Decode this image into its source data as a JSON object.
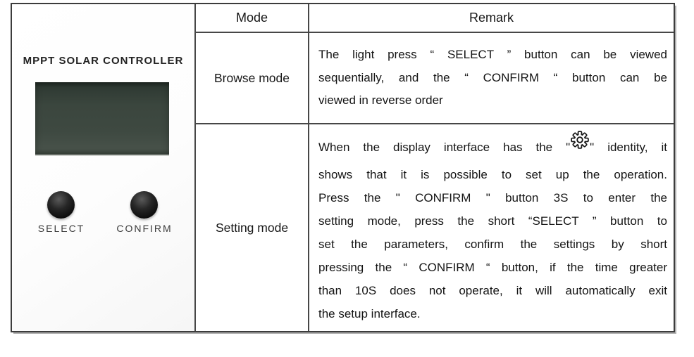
{
  "device_panel": {
    "title": "MPPT SOLAR CONTROLLER",
    "screen_color": "#3b463e",
    "buttons": [
      {
        "label": "SELECT"
      },
      {
        "label": "CONFIRM"
      }
    ]
  },
  "table": {
    "headers": {
      "mode": "Mode",
      "remark": "Remark"
    },
    "browse": {
      "mode": "Browse mode",
      "remark_lines": [
        "The light press “ SELECT ” button can be viewed",
        "sequentially, and the “ CONFIRM “ button can be"
      ],
      "remark_last_line": "viewed in reverse order"
    },
    "setting": {
      "mode": "Setting mode",
      "remark_line1_prefix": "When the display interface has the \"",
      "remark_line1_icon": "gear-icon",
      "remark_line1_suffix": "\" identity, it",
      "remark_lines": [
        "shows that it is possible to set up the operation.",
        "Press the \" CONFIRM \" button 3S to enter the",
        "setting mode, press the short “SELECT ” button to",
        "set the parameters, confirm the settings by short",
        "pressing the “ CONFIRM “ button, if the time greater",
        "than 10S does not operate, it will automatically exit"
      ],
      "remark_last_line": "the setup interface."
    }
  }
}
